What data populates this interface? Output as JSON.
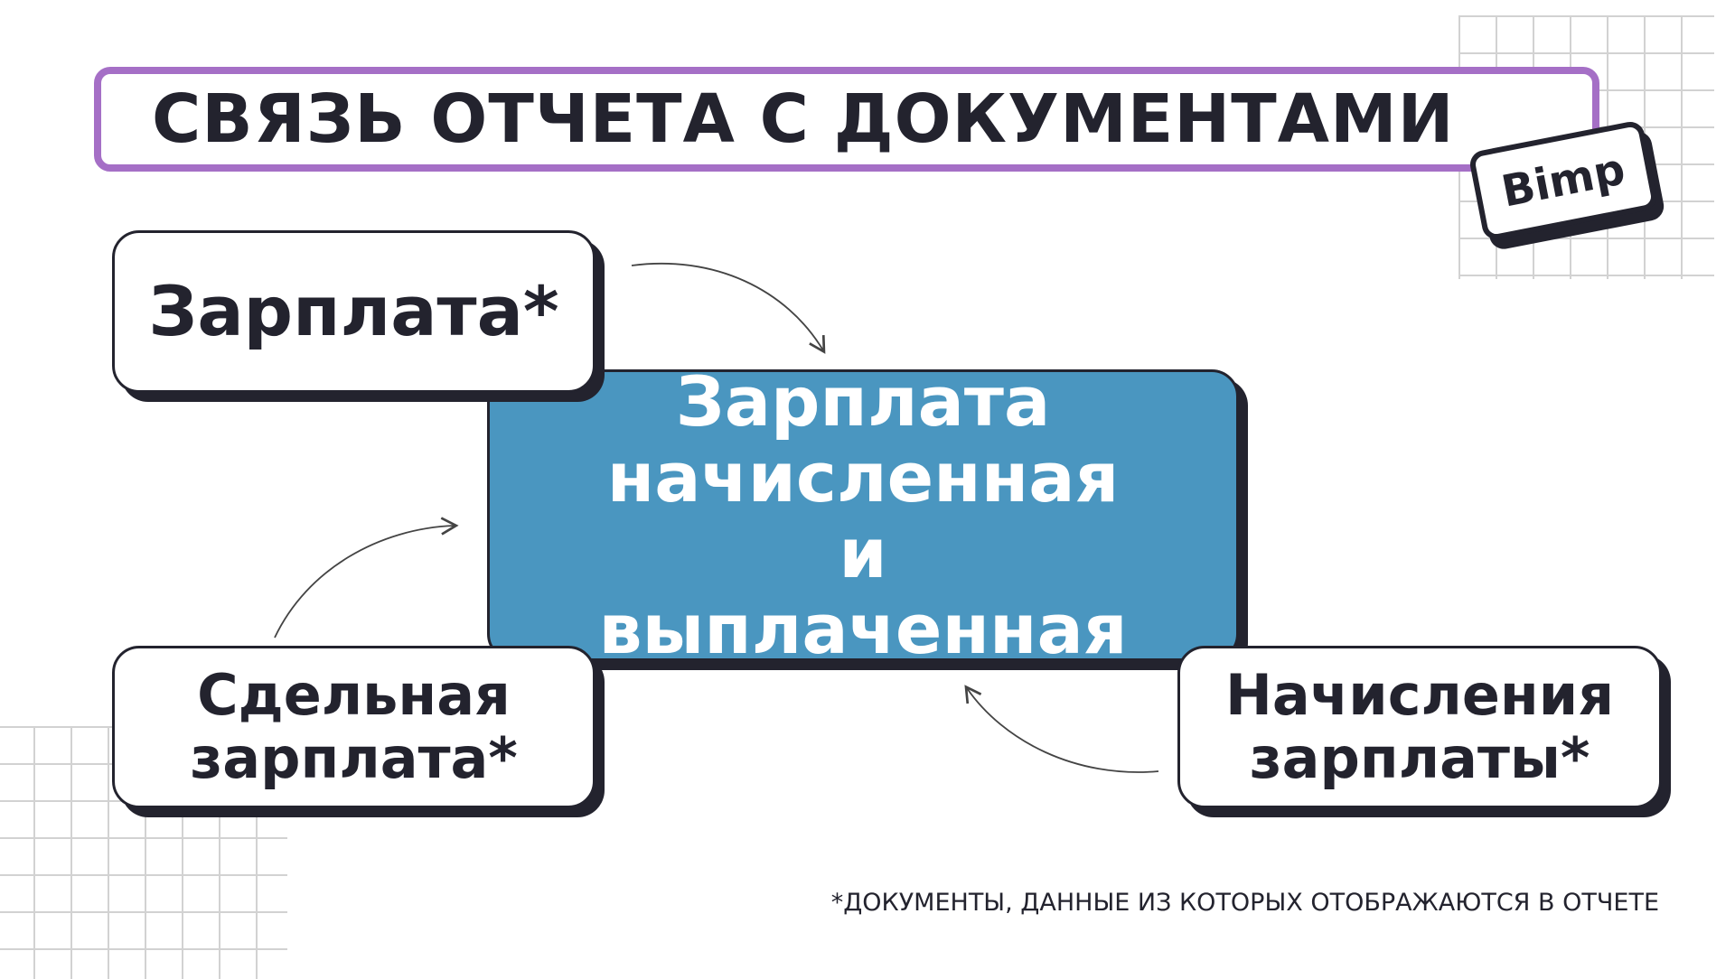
{
  "title": "СВЯЗЬ ОТЧЕТА С ДОКУМЕНТАМИ",
  "logo": "Bimp",
  "center_node": "Зарплата начисленная и выплаченная",
  "nodes": {
    "salary": "Зарплата*",
    "piecework": "Сдельная зарплата*",
    "accruals": "Начисления зарплаты*"
  },
  "footnote": "*ДОКУМЕНТЫ, ДАННЫЕ ИЗ КОТОРЫХ ОТОБРАЖАЮТСЯ В ОТЧЕТЕ",
  "colors": {
    "accent": "#a56fc6",
    "center": "#4a96c0",
    "ink": "#23232e"
  }
}
